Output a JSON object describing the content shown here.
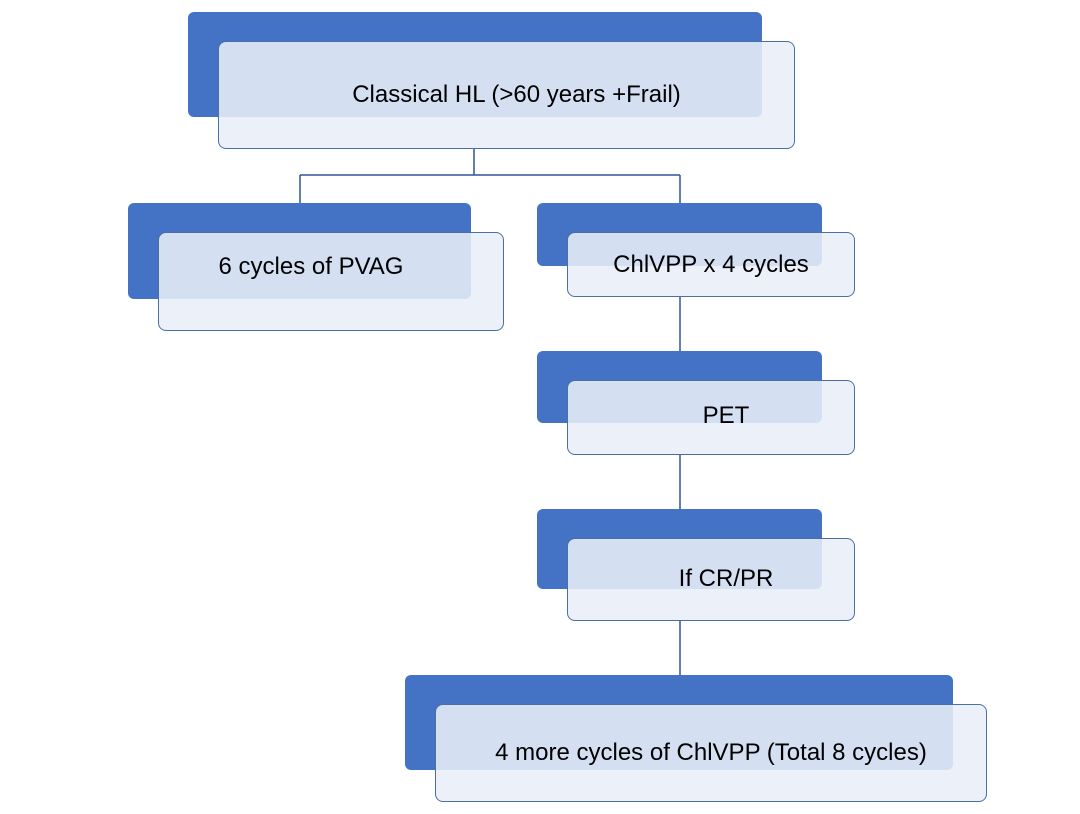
{
  "diagram": {
    "colors": {
      "accent": "#4472c4",
      "box_fill": "#e8eef8",
      "box_border": "#4a6fa5",
      "connector": "#2f5597"
    },
    "nodes": {
      "root": "Classical HL (>60 years +Frail)",
      "pvag": "6 cycles of PVAG",
      "chlvpp": "ChlVPP x 4 cycles",
      "pet": "PET",
      "crpr": "If CR/PR",
      "more": "4 more cycles of ChlVPP (Total 8 cycles)"
    }
  }
}
